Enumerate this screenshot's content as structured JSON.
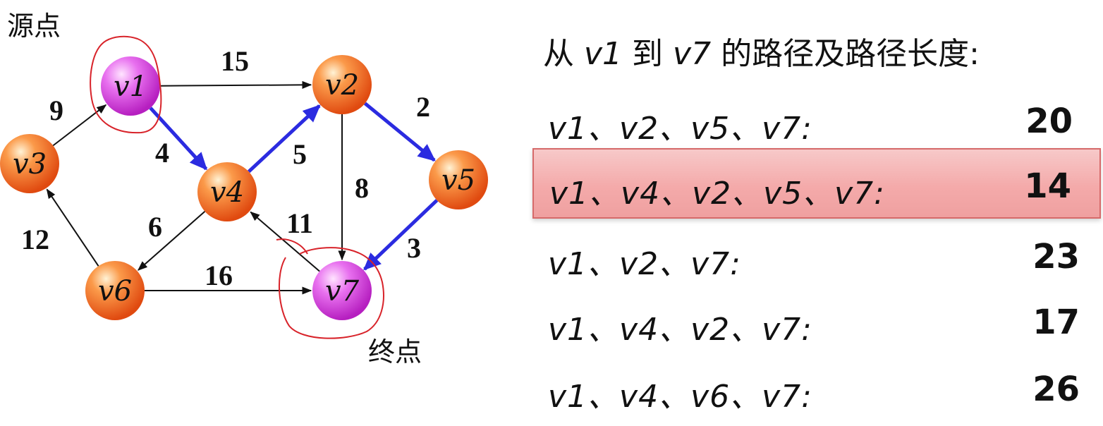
{
  "graph": {
    "nodes": [
      {
        "id": "v1",
        "label": "v1",
        "role": "source"
      },
      {
        "id": "v2",
        "label": "v2",
        "role": "normal"
      },
      {
        "id": "v3",
        "label": "v3",
        "role": "normal"
      },
      {
        "id": "v4",
        "label": "v4",
        "role": "normal"
      },
      {
        "id": "v5",
        "label": "v5",
        "role": "normal"
      },
      {
        "id": "v6",
        "label": "v6",
        "role": "normal"
      },
      {
        "id": "v7",
        "label": "v7",
        "role": "sink"
      }
    ],
    "edges": [
      {
        "from": "v1",
        "to": "v2",
        "weight": "15",
        "highlighted": false
      },
      {
        "from": "v1",
        "to": "v4",
        "weight": "4",
        "highlighted": true
      },
      {
        "from": "v3",
        "to": "v1",
        "weight": "9",
        "highlighted": false
      },
      {
        "from": "v4",
        "to": "v2",
        "weight": "5",
        "highlighted": true
      },
      {
        "from": "v2",
        "to": "v5",
        "weight": "2",
        "highlighted": true
      },
      {
        "from": "v2",
        "to": "v7",
        "weight": "8",
        "highlighted": false
      },
      {
        "from": "v5",
        "to": "v7",
        "weight": "3",
        "highlighted": true
      },
      {
        "from": "v4",
        "to": "v6",
        "weight": "6",
        "highlighted": false
      },
      {
        "from": "v6",
        "to": "v3",
        "weight": "12",
        "highlighted": false
      },
      {
        "from": "v6",
        "to": "v7",
        "weight": "16",
        "highlighted": false
      },
      {
        "from": "v7",
        "to": "v4",
        "weight": "11",
        "highlighted": false
      }
    ],
    "source_label": "源点",
    "sink_label": "终点"
  },
  "heading": {
    "prefix": "从",
    "from": "v1",
    "mid": "到",
    "to": "v7",
    "suffix": "的路径及路径长度:"
  },
  "paths": [
    {
      "text": "v1、v2、v5、v7:",
      "length": "20",
      "highlighted": false
    },
    {
      "text": "v1、v4、v2、v5、v7:",
      "length": "14",
      "highlighted": true
    },
    {
      "text": "v1、v2、v7:",
      "length": "23",
      "highlighted": false
    },
    {
      "text": "v1、v4、v2、v7:",
      "length": "17",
      "highlighted": false
    },
    {
      "text": "v1、v4、v6、v7:",
      "length": "26",
      "highlighted": false
    }
  ],
  "colors": {
    "normal_node": "#ec5a1d",
    "terminal_node": "#d53ad8",
    "highlight_edge": "#2b2be0",
    "normal_edge": "#111111",
    "annotation_ink": "#d8232a",
    "highlight_row": "#f4aaaa"
  }
}
